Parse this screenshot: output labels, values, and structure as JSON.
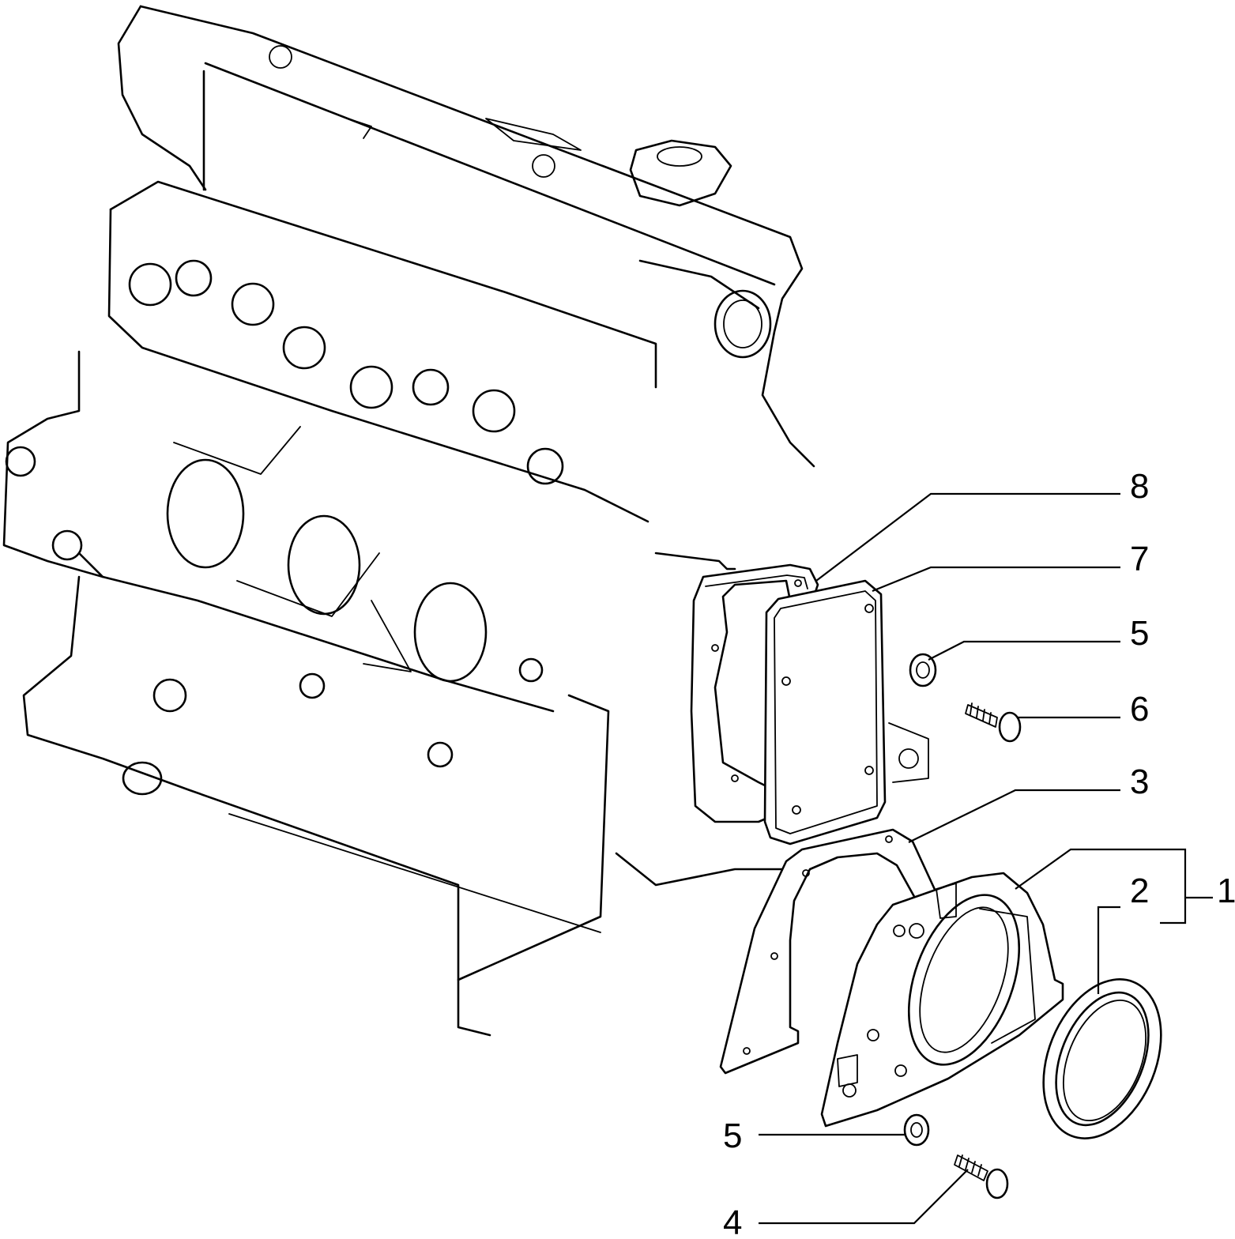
{
  "diagram": {
    "callouts": [
      {
        "id": "c8",
        "label": "8"
      },
      {
        "id": "c7",
        "label": "7"
      },
      {
        "id": "c5a",
        "label": "5"
      },
      {
        "id": "c6",
        "label": "6"
      },
      {
        "id": "c3",
        "label": "3"
      },
      {
        "id": "c2",
        "label": "2"
      },
      {
        "id": "c1",
        "label": "1"
      },
      {
        "id": "c5b",
        "label": "5"
      },
      {
        "id": "c4",
        "label": "4"
      }
    ]
  }
}
